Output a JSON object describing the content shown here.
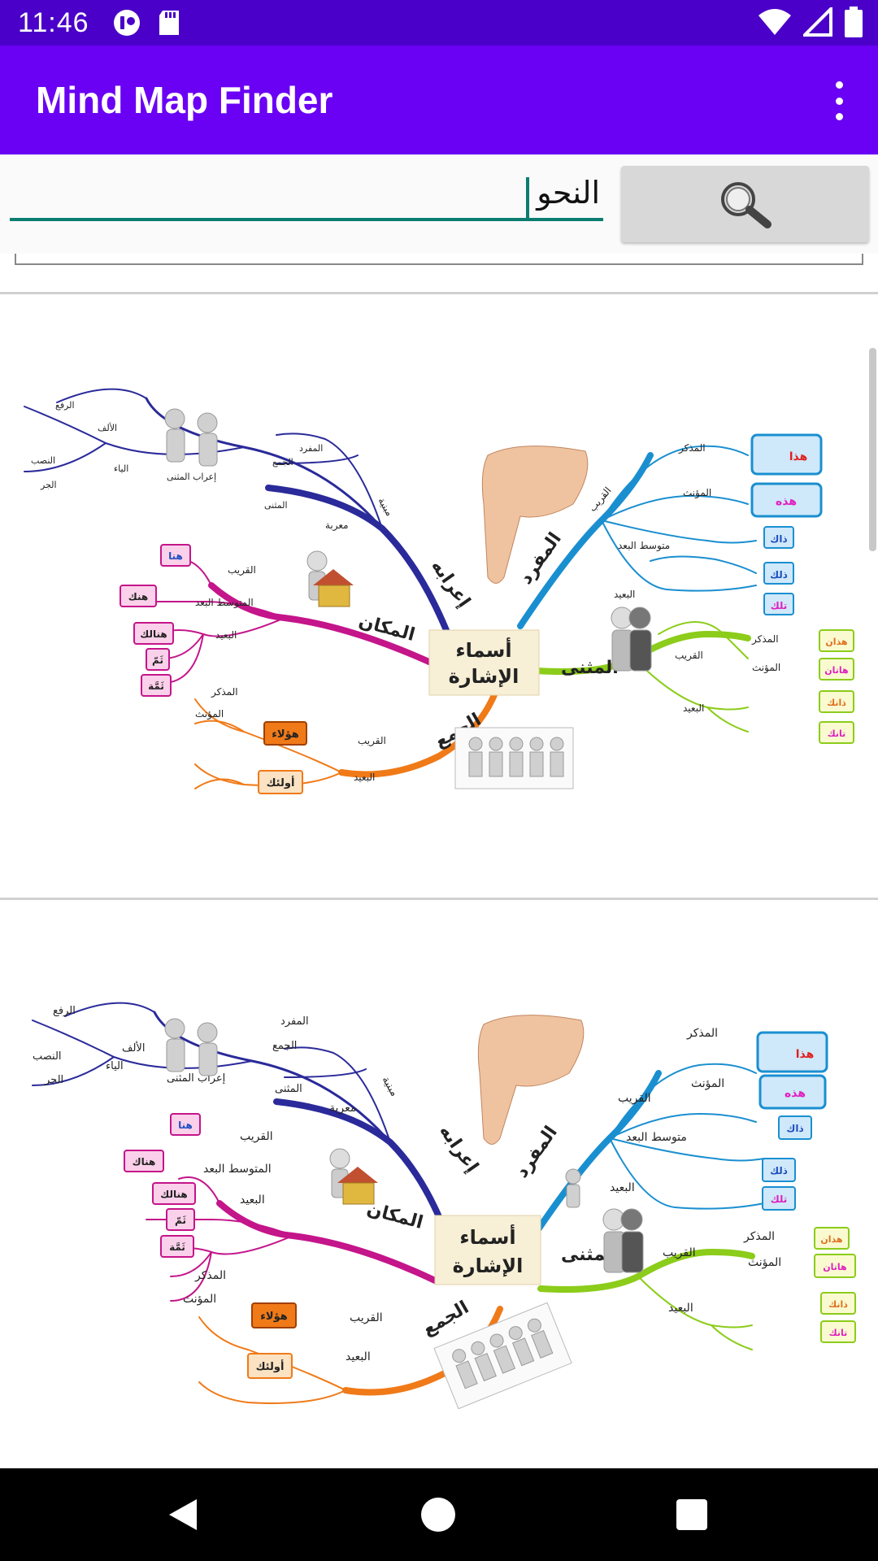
{
  "status_bar": {
    "time": "11:46",
    "icons_left": [
      "notification-icon",
      "sd-card-icon"
    ],
    "icons_right": [
      "wifi-icon",
      "cell-signal-icon",
      "battery-icon"
    ],
    "color": "#4a00c8"
  },
  "app_bar": {
    "title": "Mind Map Finder",
    "color": "#6a00f4",
    "menu_icon": "more-vert-icon"
  },
  "search": {
    "value": "النحو",
    "button_icon": "search-icon",
    "accent": "#0a7d70"
  },
  "results": [
    {
      "center_title_line1": "أسماء",
      "center_title_line2": "الإشارة",
      "branches": {
        "mufrad": "المفرد",
        "muthanna": "المثنى",
        "jam": "الجمع",
        "makan": "المكان",
        "irab": "إعرابه"
      },
      "mufrad": {
        "qarib": "القريب",
        "mutawassit": "متوسط البعد",
        "baid": "البعيد",
        "mudhakkar": "المذكر",
        "muannath": "المؤنث",
        "items": [
          "هذا",
          "هذه",
          "ذاك",
          "ذلك",
          "تلك"
        ]
      },
      "muthanna": {
        "qarib": "القريب",
        "baid": "البعيد",
        "mudhakkar": "المذكر",
        "muannath": "المؤنث",
        "items": [
          "هذان",
          "هاتان",
          "ذانك",
          "تانك"
        ]
      },
      "jam": {
        "qarib": "القريب",
        "baid": "البعيد",
        "mudhakkar": "المذكر",
        "muannath": "المؤنث",
        "items": [
          "هؤلاء",
          "أولئك"
        ]
      },
      "makan": {
        "qarib": "القريب",
        "mutawassit": "المتوسط البعد",
        "baid": "البعيد",
        "items": [
          "هنا",
          "هنك",
          "هنالك",
          "ثَمّ",
          "ثَمَّة"
        ]
      },
      "irab": {
        "mabniyya": "مبنية",
        "muraba": "معربة",
        "mufrad": "المفرد",
        "jam": "الجمع",
        "muthanna": "المثنى",
        "irab_muthanna": "إعراب المثنى",
        "alif": "الألف",
        "ya": "الياء",
        "raf": "الرفع",
        "nasb": "النصب",
        "jarr": "الجر"
      }
    },
    {
      "center_title_line1": "أسماء",
      "center_title_line2": "الإشارة",
      "branches": {
        "mufrad": "المفرد",
        "muthanna": "المثنى",
        "jam": "الجمع",
        "makan": "المكان",
        "irab": "إعرابه"
      },
      "mufrad": {
        "qarib": "القريب",
        "mutawassit": "متوسط البعد",
        "baid": "البعيد",
        "mudhakkar": "المذكر",
        "muannath": "المؤنث",
        "items": [
          "هذا",
          "هذه",
          "ذاك",
          "ذلك",
          "تلك"
        ]
      },
      "muthanna": {
        "qarib": "القريب",
        "baid": "البعيد",
        "mudhakkar": "المذكر",
        "muannath": "المؤنث",
        "items": [
          "هذان",
          "هاتان",
          "ذانك",
          "تانك"
        ]
      },
      "jam": {
        "qarib": "القريب",
        "baid": "البعيد",
        "mudhakkar": "المذكر",
        "muannath": "المؤنث",
        "items": [
          "هؤلاء",
          "أولئك"
        ]
      },
      "makan": {
        "qarib": "القريب",
        "mutawassit": "المتوسط البعد",
        "baid": "البعيد",
        "items": [
          "هنا",
          "هناك",
          "هنالك",
          "ثَمّ",
          "ثَمَّة"
        ]
      },
      "irab": {
        "mabniyya": "مبنية",
        "muraba": "معربة",
        "mufrad": "المفرد",
        "jam": "الجمع",
        "muthanna": "المثنى",
        "irab_muthanna": "إعراب المثنى",
        "alif": "الألف",
        "ya": "الياء",
        "raf": "الرفع",
        "nasb": "النصب",
        "jarr": "الجر"
      }
    }
  ],
  "colors": {
    "mufrad": "#1a8fd0",
    "muthanna": "#8ccc1a",
    "jam": "#f07a18",
    "makan": "#c4158a",
    "irab": "#2a2a9a"
  },
  "nav_bar": {
    "buttons": [
      "back-icon",
      "home-icon",
      "recents-icon"
    ]
  }
}
